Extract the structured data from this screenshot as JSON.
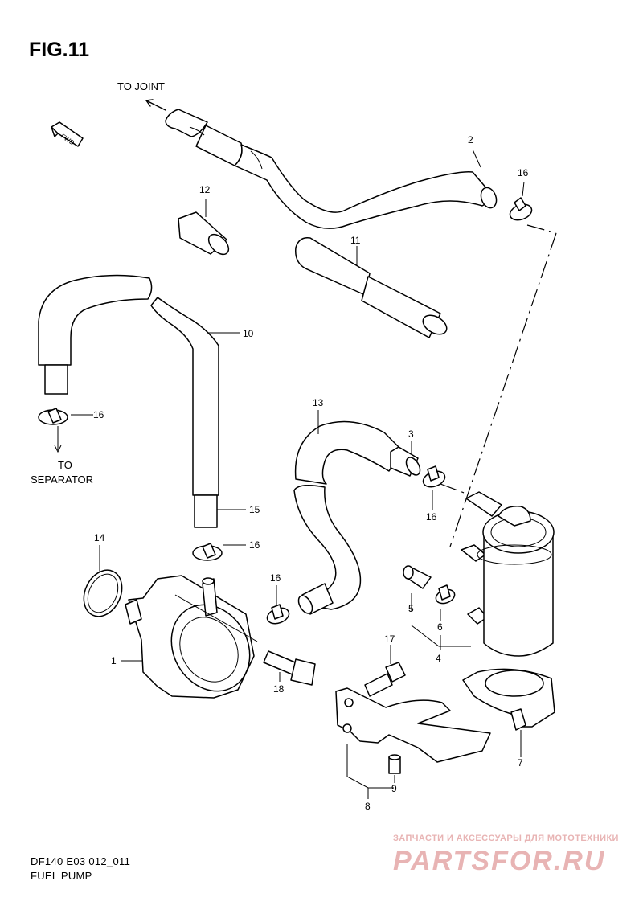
{
  "figure": {
    "title": "FIG.11"
  },
  "labels": {
    "to_joint": "TO JOINT",
    "to": "TO",
    "separator": "SEPARATOR",
    "fwd": "FWD"
  },
  "callouts": {
    "p1": "1",
    "p2": "2",
    "p3": "3",
    "p4": "4",
    "p5": "5",
    "p6": "6",
    "p7": "7",
    "p8": "8",
    "p9": "9",
    "p10": "10",
    "p11": "11",
    "p12": "12",
    "p13": "13",
    "p14": "14",
    "p15": "15",
    "p16": "16",
    "p17": "17",
    "p18": "18"
  },
  "footer": {
    "model": "DF140 E03 012_011",
    "name": "FUEL PUMP"
  },
  "watermark": {
    "tagline": "ЗАПЧАСТИ И АКСЕССУАРЫ ДЛЯ МОТОТЕХНИКИ",
    "logo": "PARTSFOR.RU",
    "color": "#e8b4b4"
  }
}
